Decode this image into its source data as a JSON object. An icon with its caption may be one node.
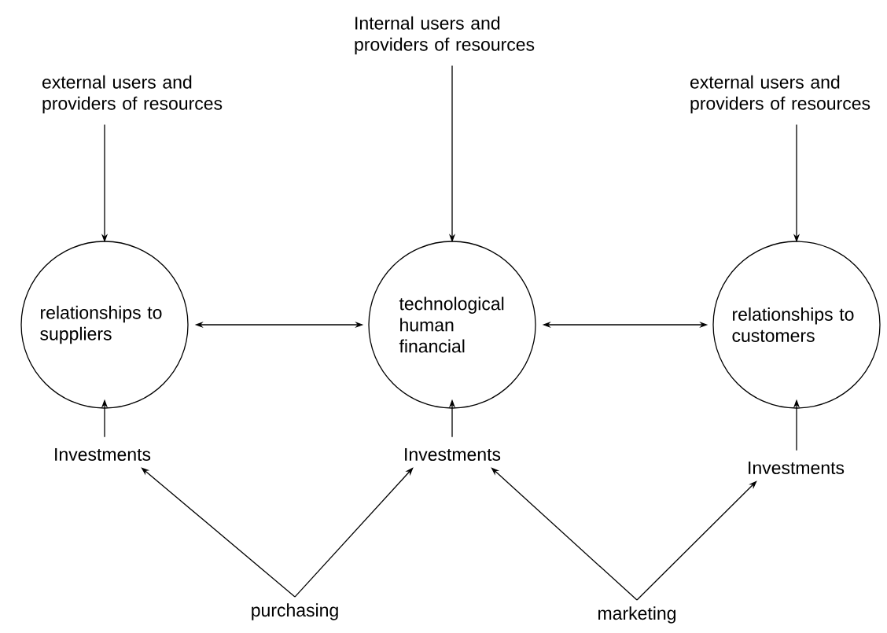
{
  "diagram": {
    "nodes": [
      {
        "text": [
          "external users and providers of resources"
        ]
      },
      {
        "text": [
          "Internal users and providers of resources"
        ]
      },
      {
        "text": [
          "external users and providers of resources"
        ]
      },
      {
        "text": [
          "relationships to suppliers"
        ]
      },
      {
        "text": [
          "technological human financial"
        ]
      },
      {
        "text": [
          "relationships to customers"
        ]
      },
      {
        "text": [
          "Investments"
        ]
      },
      {
        "text": [
          "Investments"
        ]
      },
      {
        "text": [
          "Investments"
        ]
      },
      {
        "text": [
          "purchasing"
        ]
      },
      {
        "text": [
          "marketing"
        ]
      }
    ],
    "edges": [
      {
        "from": 0,
        "to": 3,
        "arrow": "to"
      },
      {
        "from": 1,
        "to": 4,
        "arrow": "to"
      },
      {
        "from": 2,
        "to": 5,
        "arrow": "to"
      },
      {
        "from": 3,
        "to": 4,
        "arrow": "both"
      },
      {
        "from": 4,
        "to": 5,
        "arrow": "both"
      },
      {
        "from": 6,
        "to": 3,
        "arrow": "to"
      },
      {
        "from": 7,
        "to": 4,
        "arrow": "to"
      },
      {
        "from": 8,
        "to": 5,
        "arrow": "to"
      },
      {
        "from": 9,
        "to": 6,
        "arrow": "to"
      },
      {
        "from": 9,
        "to": 7,
        "arrow": "to"
      },
      {
        "from": 10,
        "to": 7,
        "arrow": "to"
      },
      {
        "from": 10,
        "to": 8,
        "arrow": "to"
      }
    ]
  }
}
